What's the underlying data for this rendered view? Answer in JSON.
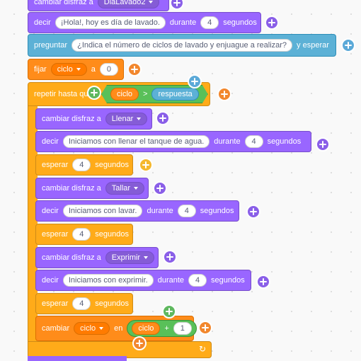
{
  "blocks": {
    "costume0": {
      "label": "cambiar disfraz a",
      "option": "DiaLavado2"
    },
    "say0": {
      "label": "decir",
      "message": "¡Hola!, hoy es día de lavado.",
      "during": "durante",
      "secs": "4",
      "unit": "segundos"
    },
    "ask": {
      "label": "preguntar",
      "question": "¿Indica el número de ciclos de lavado y enjuague a realizar?",
      "wait": "y esperar"
    },
    "set": {
      "label": "fijar",
      "var": "ciclo",
      "to": "a",
      "value": "0"
    },
    "repeat": {
      "label": "repetir hasta que",
      "left": "ciclo",
      "op": ">",
      "right": "respuesta"
    },
    "costume1": {
      "label": "cambiar disfraz a",
      "option": "Llenar"
    },
    "say1": {
      "label": "decir",
      "message": "Iniciamos con llenar el tanque de agua.",
      "during": "durante",
      "secs": "4",
      "unit": "segundos"
    },
    "wait1": {
      "label": "esperar",
      "secs": "4",
      "unit": "segundos"
    },
    "costume2": {
      "label": "cambiar disfraz a",
      "option": "Tallar"
    },
    "say2": {
      "label": "decir",
      "message": "Iniciamos con lavar.",
      "during": "durante",
      "secs": "4",
      "unit": "segundos"
    },
    "wait2": {
      "label": "esperar",
      "secs": "4",
      "unit": "segundos"
    },
    "costume3": {
      "label": "cambiar disfraz a",
      "option": "Exprimir"
    },
    "say3": {
      "label": "decir",
      "message": "Iniciamos con exprimir.",
      "during": "durante",
      "secs": "4",
      "unit": "segundos"
    },
    "wait3": {
      "label": "esperar",
      "secs": "4",
      "unit": "segundos"
    },
    "change": {
      "label": "cambiar",
      "var": "ciclo",
      "by": "en",
      "left": "ciclo",
      "op": "+",
      "right": "1"
    }
  },
  "colors": {
    "looks": "#9966ff",
    "sensing": "#5cb1d6",
    "variables": "#ff8c1a",
    "control": "#ffab19",
    "operators": "#59c059"
  }
}
